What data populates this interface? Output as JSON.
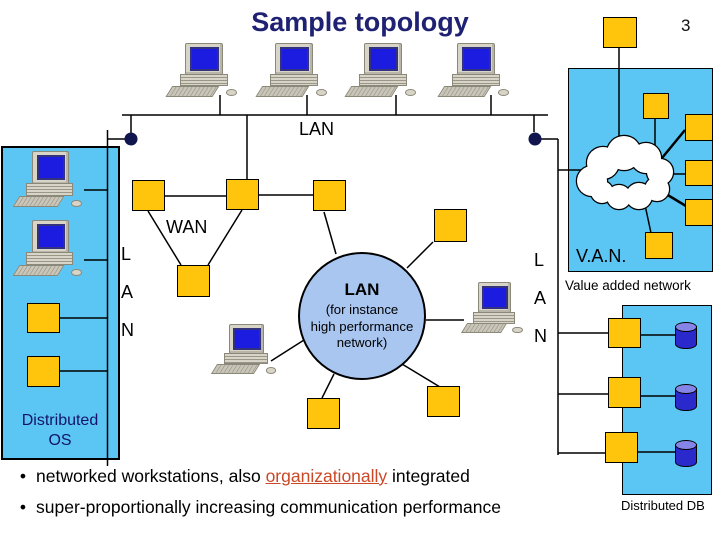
{
  "title": {
    "text": "Sample topology",
    "page_number": "3"
  },
  "network": {
    "lan_label": "LAN",
    "wan_label": "WAN",
    "lan_vertical_left": [
      "L",
      "A",
      "N"
    ],
    "lan_vertical_right": [
      "L",
      "A",
      "N"
    ],
    "circle": {
      "title": "LAN",
      "lines": [
        "(for instance",
        "high performance",
        "network)"
      ]
    },
    "van": {
      "abbr": "V.A.N.",
      "full": "Value added network"
    },
    "distributed_os": {
      "line1": "Distributed",
      "line2": "OS"
    },
    "distributed_db": "Distributed DB"
  },
  "bullets": {
    "item1": {
      "pre": "networked workstations, also ",
      "link": "organizationally",
      "post": " integrated"
    },
    "item2": "super-proportionally increasing communication performance",
    "marker": "•"
  },
  "colors": {
    "panel_blue": "#5BC6F3",
    "circle_blue": "#A8C6F0",
    "node_yellow": "#FFC40C",
    "title_navy": "#1F2173",
    "link_orange": "#CB4827",
    "cylinder_blue": "#2929CC",
    "terminator_navy": "#10154E"
  }
}
